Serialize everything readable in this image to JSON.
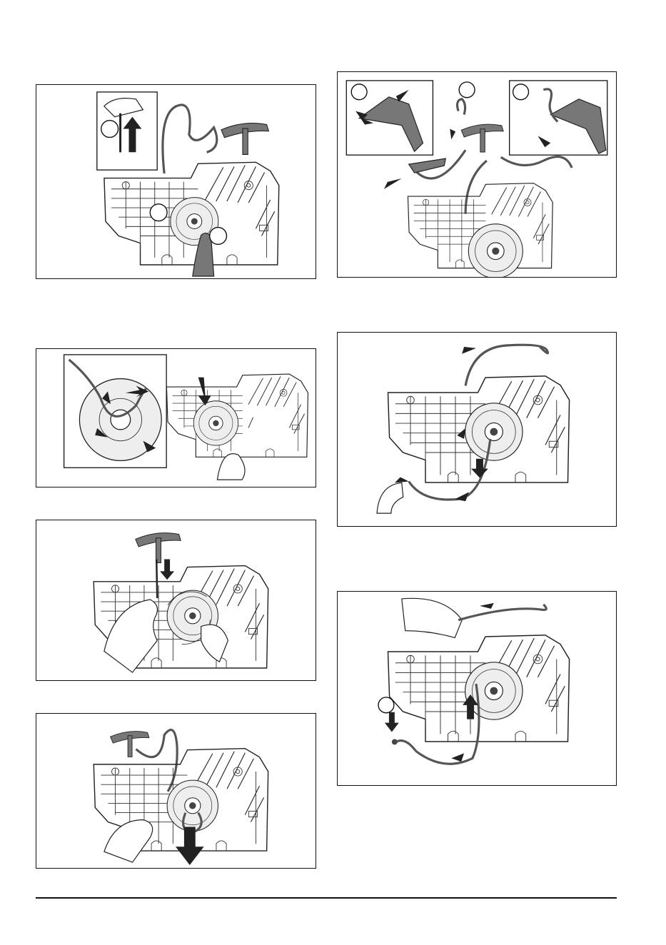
{
  "page": {
    "figures": [
      {
        "id": "fig-1",
        "alt": "",
        "callouts": 3
      },
      {
        "id": "fig-2",
        "alt": "",
        "callouts": 0
      },
      {
        "id": "fig-3",
        "alt": "",
        "callouts": 0
      },
      {
        "id": "fig-4",
        "alt": "",
        "callouts": 0
      },
      {
        "id": "fig-5",
        "alt": "",
        "callouts": 3
      },
      {
        "id": "fig-6",
        "alt": "",
        "callouts": 0
      },
      {
        "id": "fig-7",
        "alt": "",
        "callouts": 1
      }
    ],
    "colors": {
      "line": "#111111",
      "rope": "#555555",
      "grip": "#777777",
      "background": "#ffffff"
    },
    "icons": [
      "arrow-icon",
      "callout-circle-icon",
      "hand-icon",
      "t-handle-icon"
    ]
  }
}
